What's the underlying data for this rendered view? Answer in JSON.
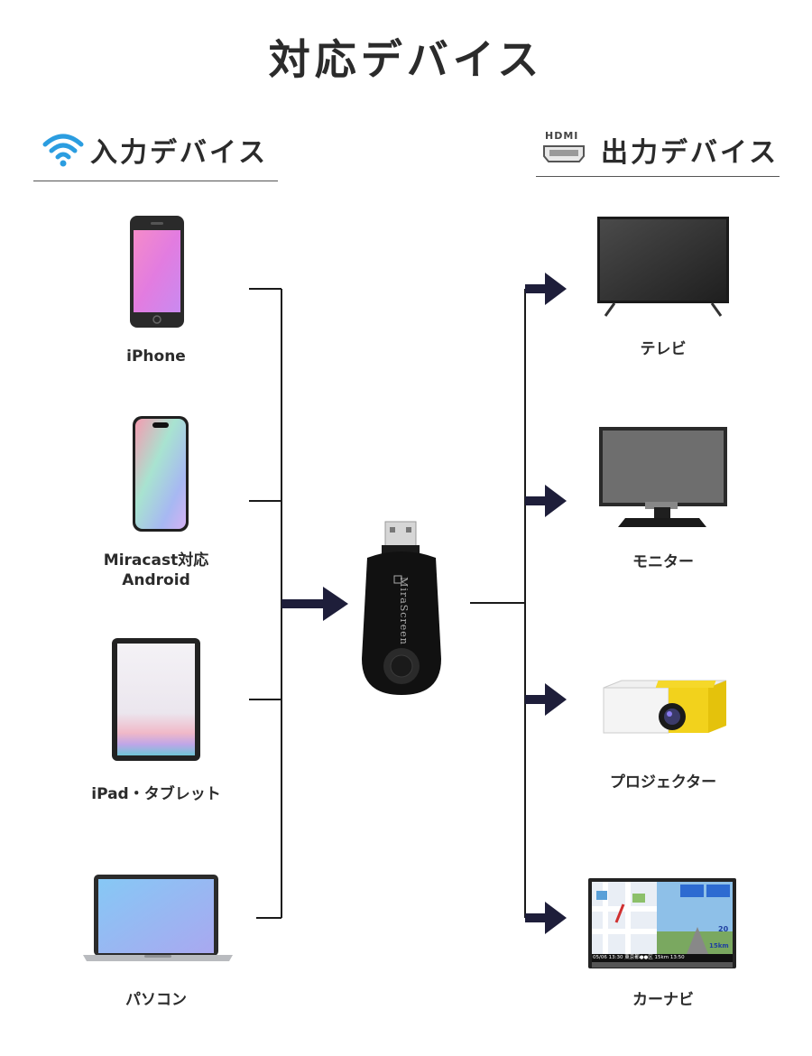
{
  "title": "対応デバイス",
  "input_section": {
    "heading": "入力デバイス",
    "icon": "wifi-icon",
    "devices": [
      {
        "label": "iPhone"
      },
      {
        "label_line1": "Miracast対応",
        "label_line2": "Android"
      },
      {
        "label": "iPad・タブレット"
      },
      {
        "label": "パソコン"
      }
    ]
  },
  "output_section": {
    "heading": "出力デバイス",
    "icon": "hdmi-icon",
    "icon_text": "HDMI",
    "devices": [
      {
        "label": "テレビ"
      },
      {
        "label": "モニター"
      },
      {
        "label": "プロジェクター"
      },
      {
        "label": "カーナビ"
      }
    ]
  },
  "center_device": {
    "brand": "MiraScreen"
  },
  "carnavi_screen": {
    "km1": "20",
    "km2": "15km",
    "status": "05/06 13:30  東京都●●区  15km 13:50"
  },
  "colors": {
    "line": "#1a1a1a",
    "arrow": "#1e1e3a",
    "wifi": "#2b9de0"
  }
}
